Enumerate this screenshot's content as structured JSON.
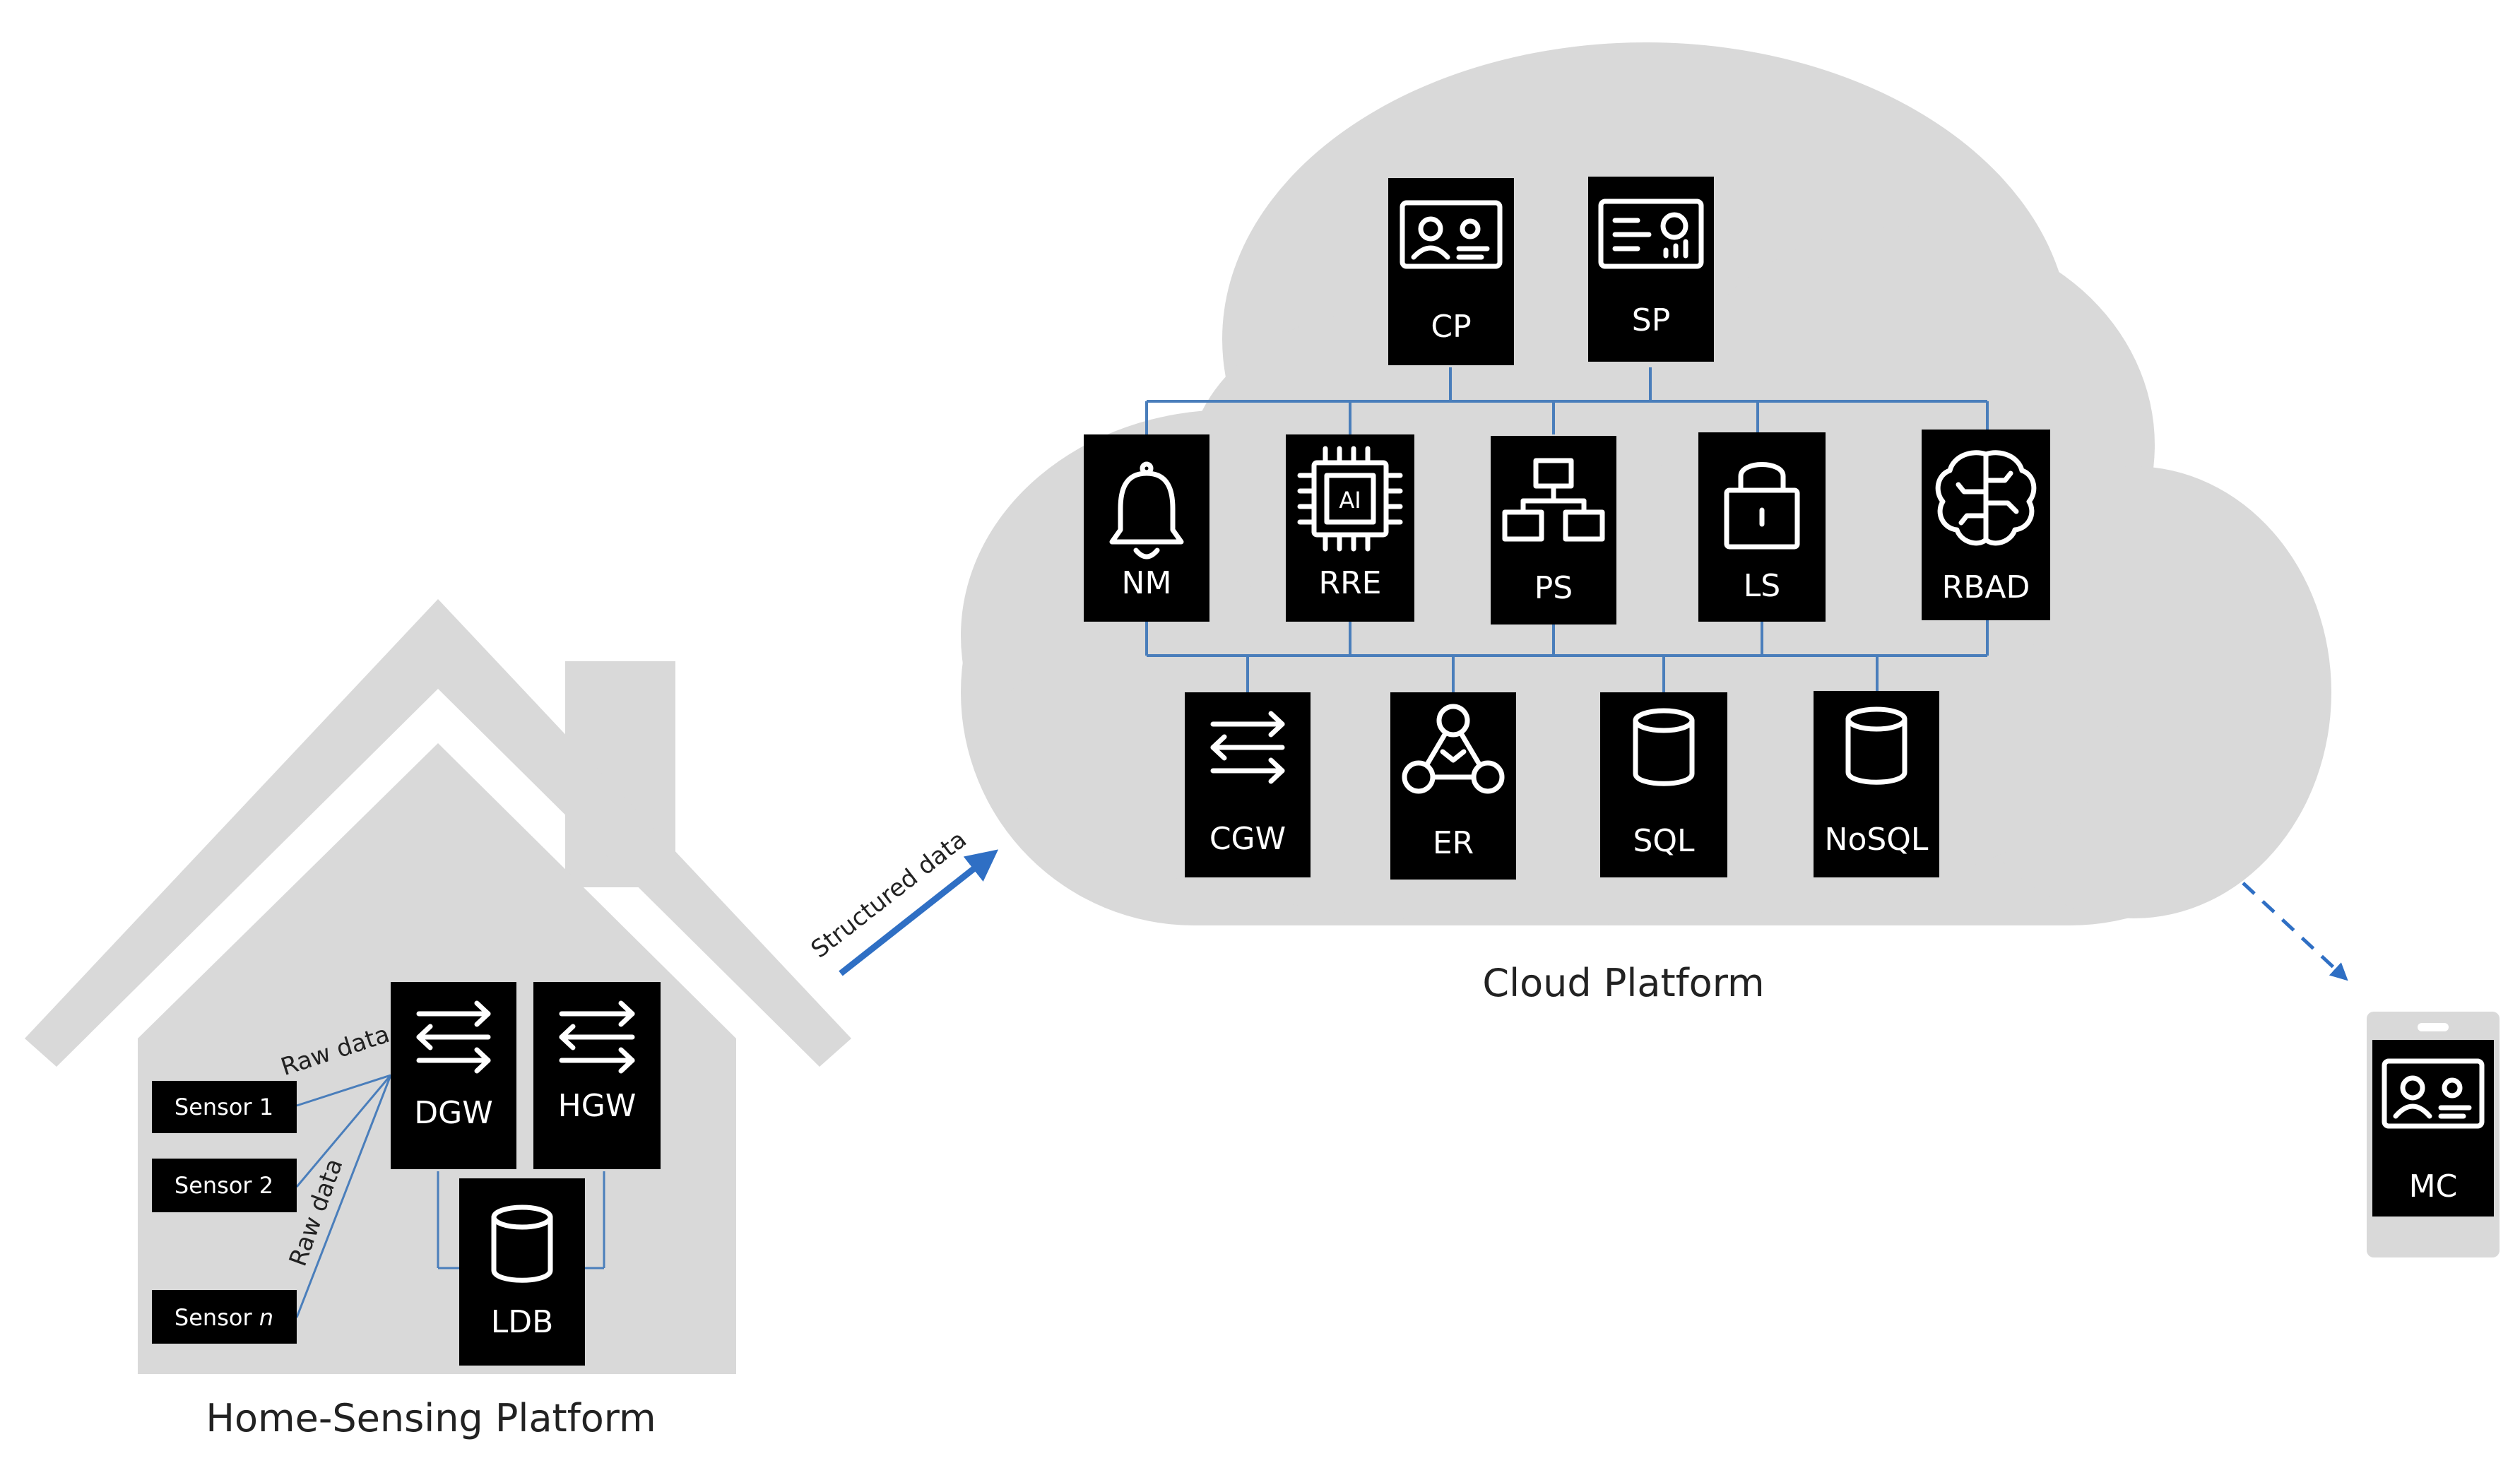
{
  "colors": {
    "cloud": "#d9d9d9",
    "house": "#d9d9d9",
    "box": "#000000",
    "connector": "#4a7ebb",
    "arrow": "#2f6fc4"
  },
  "captions": {
    "home": "Home-Sensing Platform",
    "cloud": "Cloud Platform"
  },
  "annotations": {
    "raw_data_1": "Raw data",
    "raw_data_2": "Raw data",
    "structured": "Structured data"
  },
  "home": {
    "sensors": [
      {
        "label": "Sensor 1"
      },
      {
        "label": "Sensor 2"
      },
      {
        "label": "Sensor",
        "suffix": "n"
      }
    ],
    "dgw": {
      "label": "DGW",
      "icon": "exchange-arrows-icon"
    },
    "hgw": {
      "label": "HGW",
      "icon": "exchange-arrows-icon"
    },
    "ldb": {
      "label": "LDB",
      "icon": "database-icon"
    }
  },
  "cloud": {
    "top": [
      {
        "label": "CP",
        "icon": "profile-card-icon"
      },
      {
        "label": "SP",
        "icon": "dashboard-icon"
      }
    ],
    "middle": [
      {
        "label": "NM",
        "icon": "bell-icon"
      },
      {
        "label": "RRE",
        "icon": "ai-chip-icon"
      },
      {
        "label": "PS",
        "icon": "network-hierarchy-icon"
      },
      {
        "label": "LS",
        "icon": "lock-icon"
      },
      {
        "label": "RBAD",
        "icon": "brain-icon"
      }
    ],
    "bottom": [
      {
        "label": "CGW",
        "icon": "exchange-arrows-icon"
      },
      {
        "label": "ER",
        "icon": "event-cycle-icon"
      },
      {
        "label": "SQL",
        "icon": "database-icon"
      },
      {
        "label": "NoSQL",
        "icon": "database-icon"
      }
    ]
  },
  "mobile": {
    "label": "MC",
    "icon": "profile-card-icon"
  }
}
